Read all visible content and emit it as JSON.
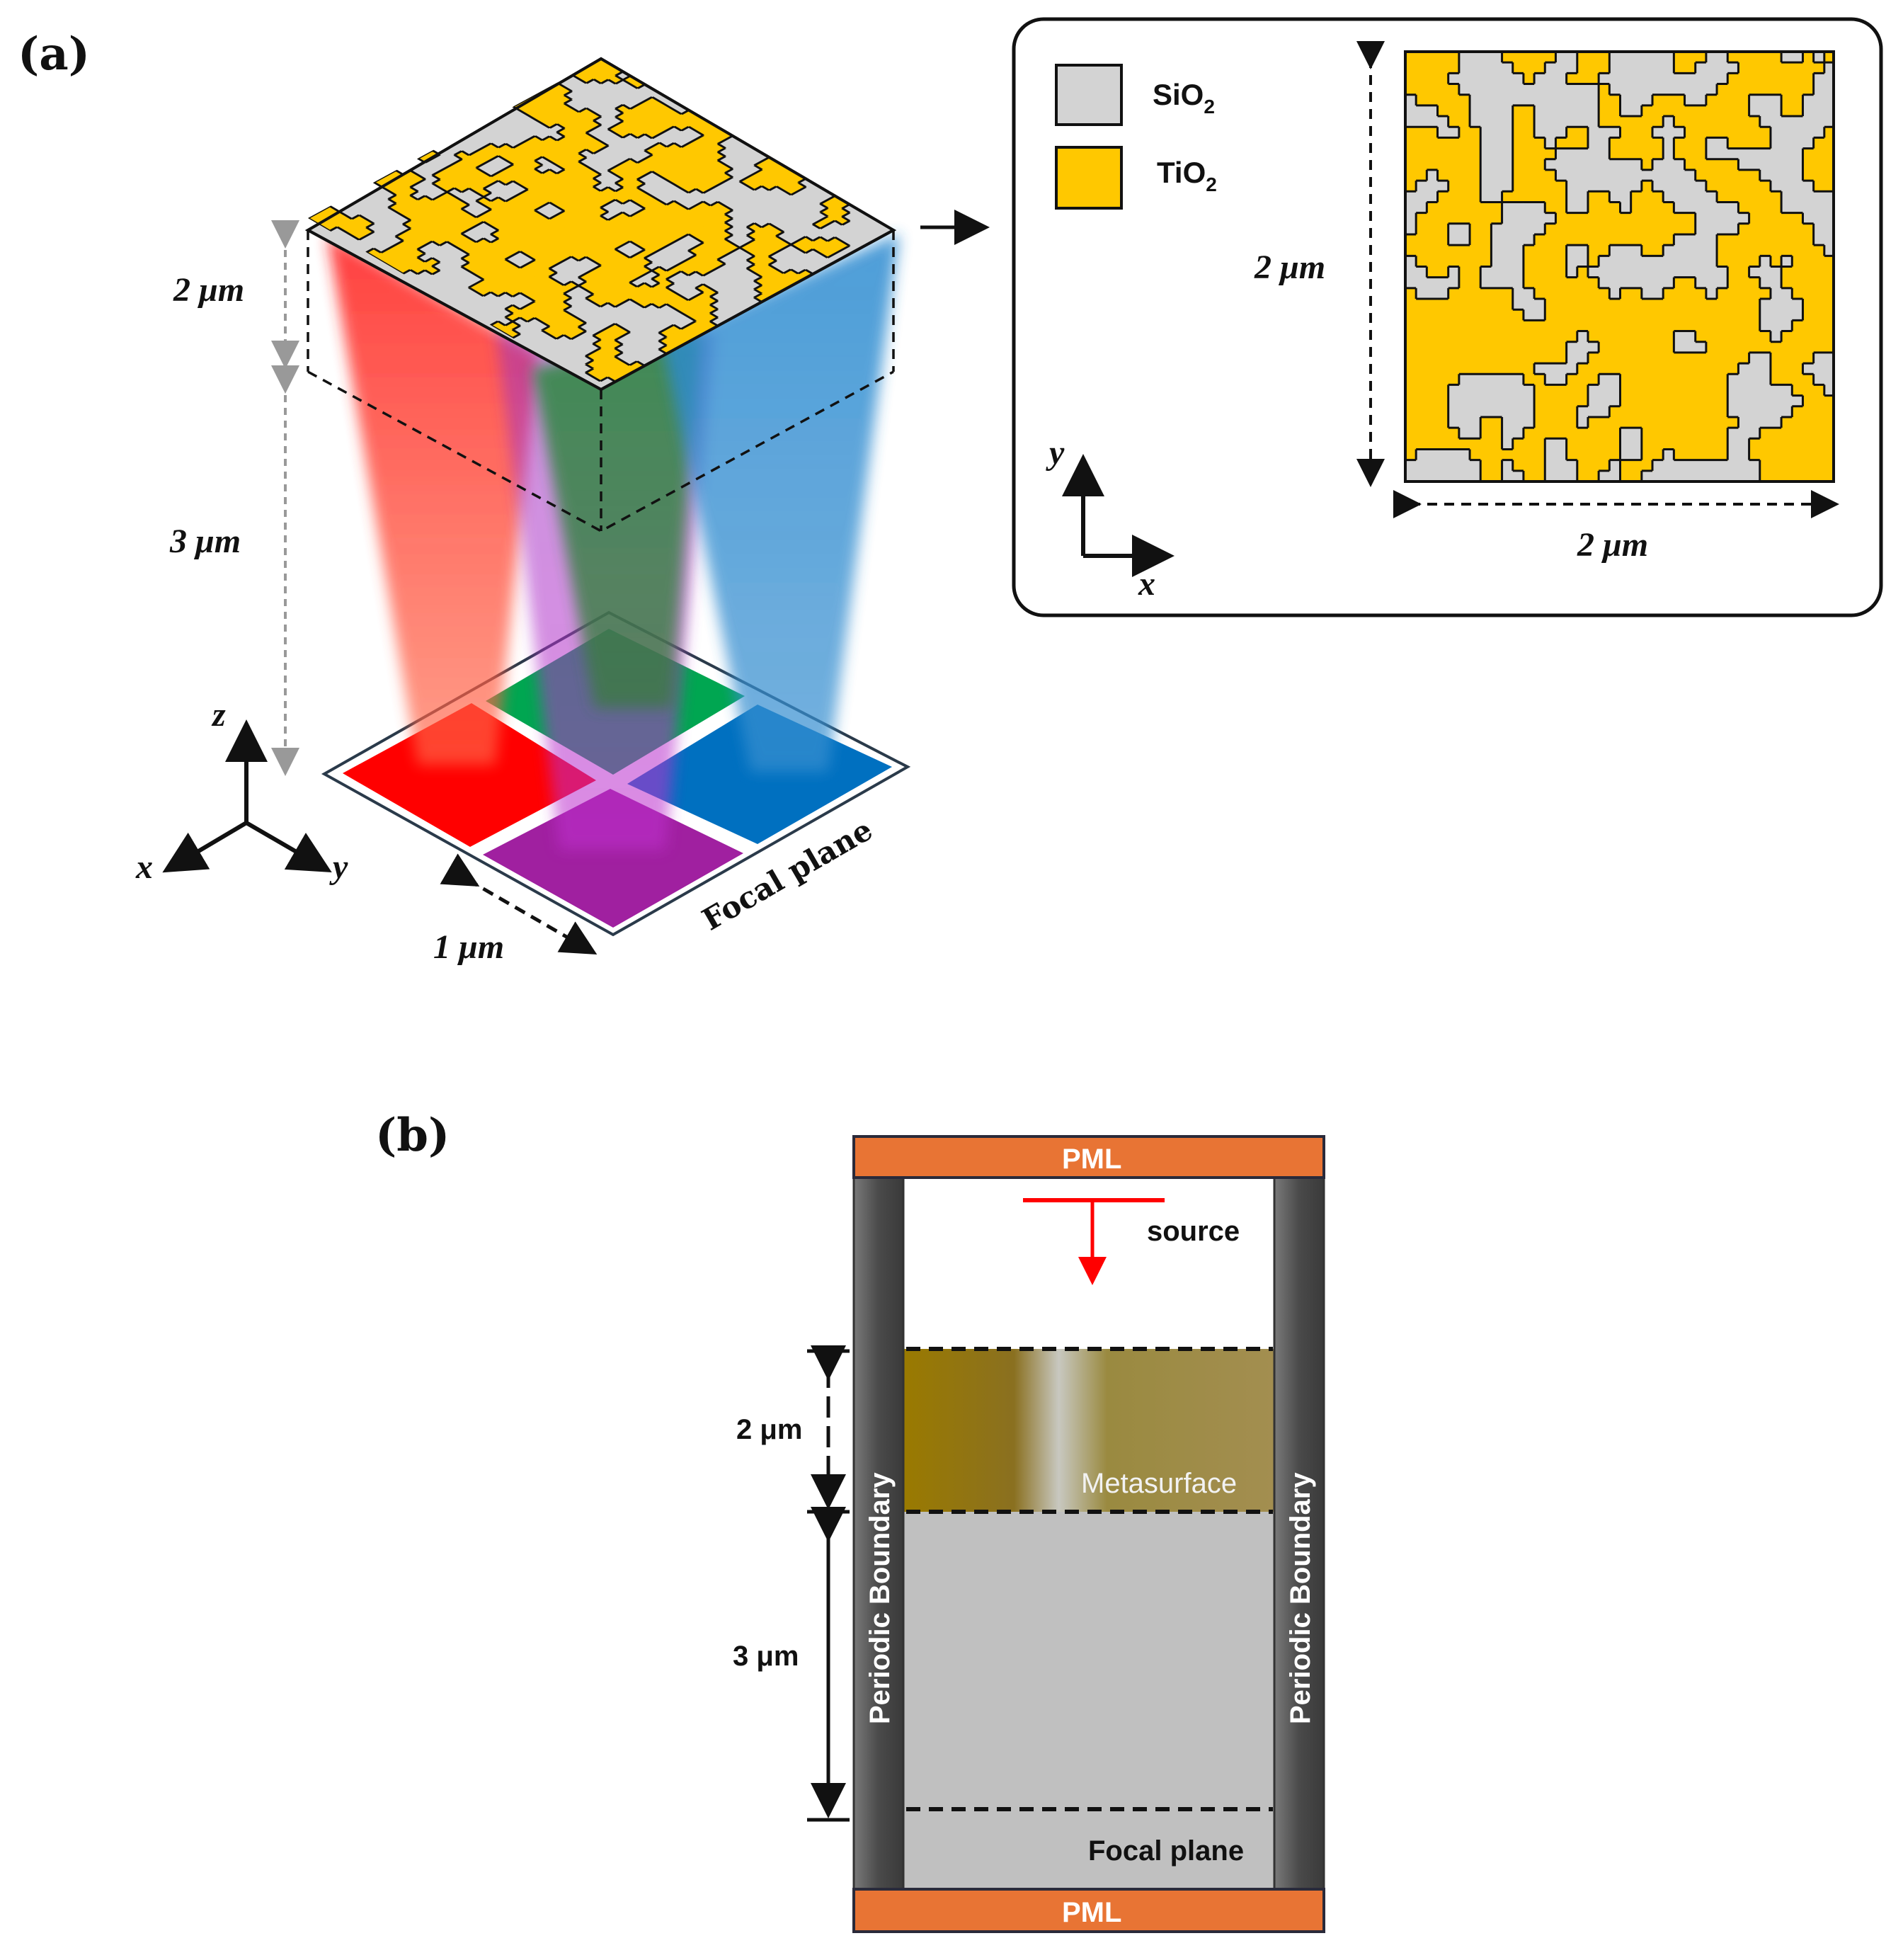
{
  "panel_a": {
    "label": "(a)",
    "dim_height_meta": "2 μm",
    "dim_gap": "3 μm",
    "dim_pixel": "1 μm",
    "focal_plane": "Focal plane",
    "axes": {
      "z": "z",
      "x": "x",
      "y": "y"
    },
    "quadrant_colors": {
      "green": "#00a651",
      "red": "#ff0000",
      "blue": "#0070c0",
      "purple": "#a020a0"
    },
    "inset": {
      "legend": [
        {
          "name": "SiO",
          "sub": "2",
          "color": "#d3d3d3"
        },
        {
          "name": "TiO",
          "sub": "2",
          "color": "#ffc800"
        }
      ],
      "dim_y": "2 μm",
      "dim_x": "2 μm",
      "axis_x": "x",
      "axis_y": "y"
    }
  },
  "panel_b": {
    "label": "(b)",
    "pml_top": "PML",
    "pml_bottom": "PML",
    "source": "source",
    "metasurface": "Metasurface",
    "periodic_left": "Periodic Boundary",
    "periodic_right": "Periodic Boundary",
    "focal_plane": "Focal plane",
    "dim_meta": "2 μm",
    "dim_gap": "3 μm",
    "colors": {
      "pml": "#e87434",
      "source": "#ff0000",
      "region": "#c0c0c0"
    }
  }
}
